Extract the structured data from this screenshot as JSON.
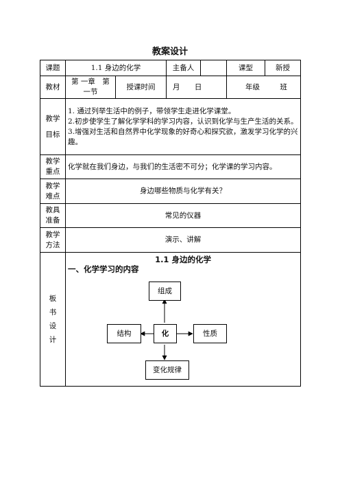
{
  "title": "教案设计",
  "row1": {
    "topic_label": "课题",
    "topic_value": "1.1 身边的化学",
    "preparer_label": "主备人",
    "preparer_value": "",
    "type_label": "课型",
    "type_value": "新授"
  },
  "row2": {
    "textbook_label": "教材",
    "textbook_value": "第 一章　第一节",
    "time_label": "授课时间",
    "month": "月",
    "day": "日",
    "grade": "年级",
    "class": "班"
  },
  "objectives": {
    "label_top": "教学",
    "label_bottom": "目标",
    "items": [
      "1. 通过列举生活中的例子，带领学生走进化学课堂。",
      "2.初步使学生了解化学学科的学习内容，认识到化学与生产生活的关系。",
      "3.增强对生活和自然界中化学现象的好奇心和探究欲，激发学习化学的兴趣。"
    ]
  },
  "key_points": {
    "label_top": "教学",
    "label_bottom": "重点",
    "text": "化学就在我们身边，与我们的生活密不可分；化学课的学习内容。"
  },
  "difficulties": {
    "label_top": "教学",
    "label_bottom": "难点",
    "text": "身边哪些物质与化学有关？"
  },
  "tools": {
    "label_top": "教具",
    "label_bottom": "准备",
    "text": "常见的仪器"
  },
  "methods": {
    "label_top": "教学",
    "label_bottom": "方法",
    "text": "演示、讲解"
  },
  "board": {
    "label": [
      "板",
      "书",
      "设",
      "计"
    ],
    "title": "1.1 身边的化学",
    "subtitle": "一、化学学习的内容",
    "center": "化",
    "top": "组成",
    "left": "结构",
    "right": "性质",
    "bottom": "变化规律"
  }
}
